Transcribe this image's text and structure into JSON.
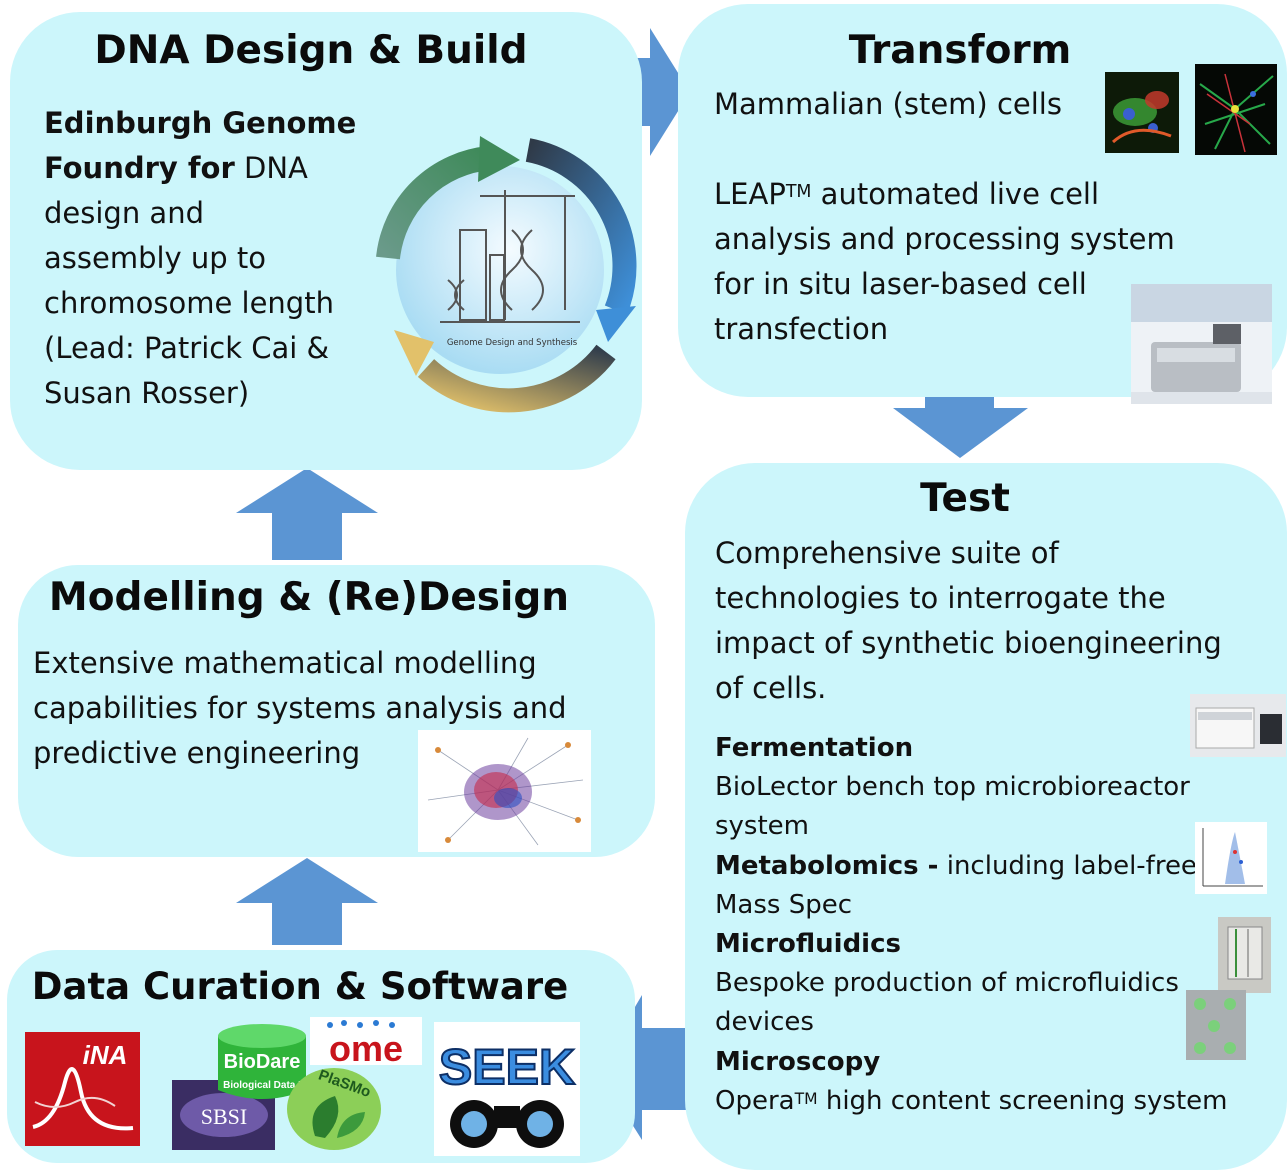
{
  "design": {
    "title": "DNA Design & Build",
    "l1_bold": "Edinburgh Genome",
    "l2_bold": "Foundry for",
    "l2_rest": " DNA",
    "l3": "design and",
    "l4": "assembly up to",
    "l5": "chromosome length",
    "l6": "(Lead: Patrick Cai &",
    "l7": "Susan Rosser)",
    "cycle_caption": "Genome Design and Synthesis"
  },
  "transform": {
    "title": "Transform",
    "mammalian": "Mammalian (stem) cells",
    "leap_a": "LEAP",
    "leap_sup": "TM",
    "leap_b": " automated live cell",
    "l2": "analysis and processing system",
    "l3": "for in situ laser-based cell",
    "l4": "transfection"
  },
  "modelling": {
    "title": "Modelling & (Re)Design",
    "l1": "Extensive mathematical modelling",
    "l2": "capabilities for systems analysis and",
    "l3": "predictive engineering"
  },
  "test": {
    "title": "Test",
    "l1": "Comprehensive suite of",
    "l2": "technologies to interrogate the",
    "l3": "impact of synthetic bioengineering",
    "l4": "of cells.",
    "ferm_head": "Fermentation",
    "ferm_1": "BioLector bench top microbioreactor",
    "ferm_2": "system",
    "metab_head": "Metabolomics -",
    "metab_rest": " including label-free",
    "metab_2": "Mass Spec",
    "micro_head": "Microfluidics",
    "micro_1": "Bespoke production of microfluidics",
    "micro_2": "devices",
    "scope_head": "Microscopy",
    "scope_a": "Opera",
    "scope_sup": "TM",
    "scope_b": " high content screening system"
  },
  "data": {
    "title": "Data Curation & Software",
    "logo_ina": "iNA",
    "logo_biodare": "BioDare",
    "logo_biodare_sub": "Biological Data I",
    "logo_ome": "ome",
    "logo_plasmo": "PlaSMo",
    "logo_sbsi": "SBSI",
    "logo_seek": "SEEK"
  },
  "colors": {
    "box": "#ccf6fb",
    "arrow": "#5b95d3"
  }
}
